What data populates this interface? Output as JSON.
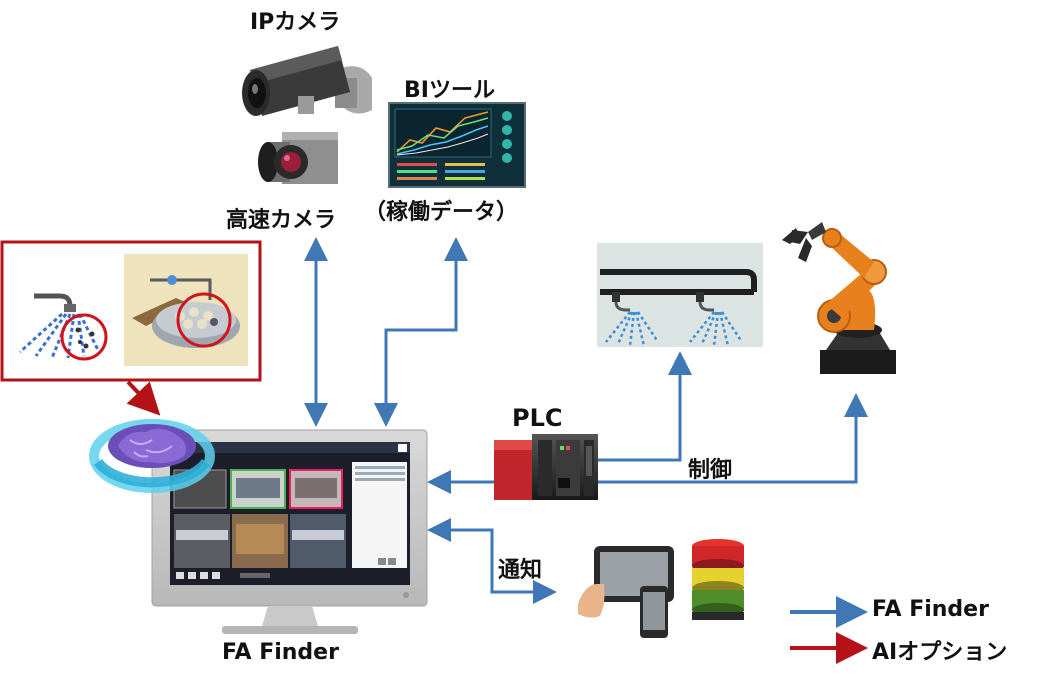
{
  "labels": {
    "ip_camera": "IPカメラ",
    "highspeed_camera": "高速カメラ",
    "bi_tool": "BIツール",
    "operation_data": "（稼働データ）",
    "plc": "PLC",
    "control": "制御",
    "notify": "通知",
    "fa_finder": "FA  Finder"
  },
  "legend": {
    "blue_label": "FA Finder",
    "red_label": "AIオプション"
  },
  "colors": {
    "blue_arrow": "#3f78b4",
    "red_arrow": "#b31217",
    "ai_box_border": "#b31217",
    "robot_orange": "#e8801e",
    "plc_red": "#c0262c"
  },
  "icons": {
    "ip_camera": "cctv-camera-icon",
    "highspeed_camera": "industrial-camera-icon",
    "bi_tool": "dashboard-chart-icon",
    "spray": "spray-nozzle-icon",
    "robot": "robot-arm-icon",
    "plc": "plc-unit-icon",
    "tablet": "tablet-icon",
    "signal": "signal-tower-icon",
    "ai": "ai-brain-icon",
    "monitor": "monitor-icon"
  }
}
